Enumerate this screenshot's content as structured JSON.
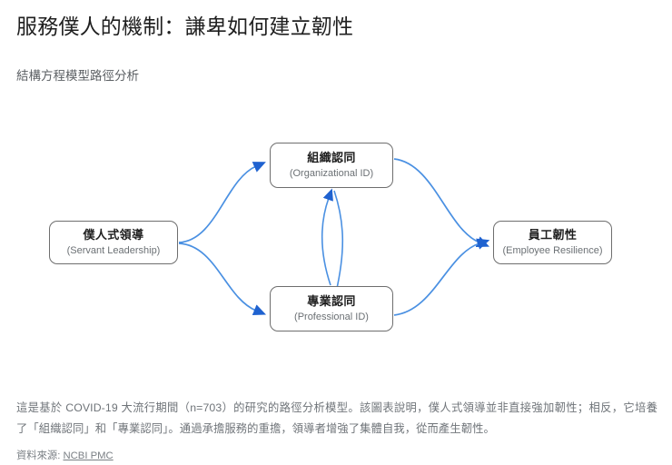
{
  "header": {
    "title": "服務僕人的機制：謙卑如何建立韌性",
    "subtitle": "結構方程模型路徑分析"
  },
  "diagram": {
    "type": "path-analysis-sem",
    "nodes": [
      {
        "id": "servant",
        "title": "僕人式領導",
        "subtitle": "(Servant Leadership)"
      },
      {
        "id": "orgid",
        "title": "組織認同",
        "subtitle": "(Organizational ID)"
      },
      {
        "id": "profid",
        "title": "專業認同",
        "subtitle": "(Professional ID)"
      },
      {
        "id": "resilience",
        "title": "員工韌性",
        "subtitle": "(Employee Resilience)"
      }
    ],
    "edges": [
      {
        "from": "servant",
        "to": "orgid",
        "direction": "one-way"
      },
      {
        "from": "servant",
        "to": "profid",
        "direction": "one-way"
      },
      {
        "from": "orgid",
        "to": "resilience",
        "direction": "one-way"
      },
      {
        "from": "profid",
        "to": "resilience",
        "direction": "one-way"
      },
      {
        "from": "orgid",
        "to": "profid",
        "direction": "two-way"
      }
    ],
    "colors": {
      "edge": "#4a90e2",
      "arrowhead": "#1f62d0",
      "node_border": "#6e6e6e",
      "node_fill": "#ffffff"
    }
  },
  "caption": {
    "text": "這是基於 COVID-19 大流行期間（n=703）的研究的路徑分析模型。該圖表說明，僕人式領導並非直接強加韌性；相反，它培養了「組織認同」和「專業認同」。通過承擔服務的重擔，領導者增強了集體自我，從而產生韌性。"
  },
  "source": {
    "label": "資料來源:",
    "link_text": "NCBI PMC"
  }
}
